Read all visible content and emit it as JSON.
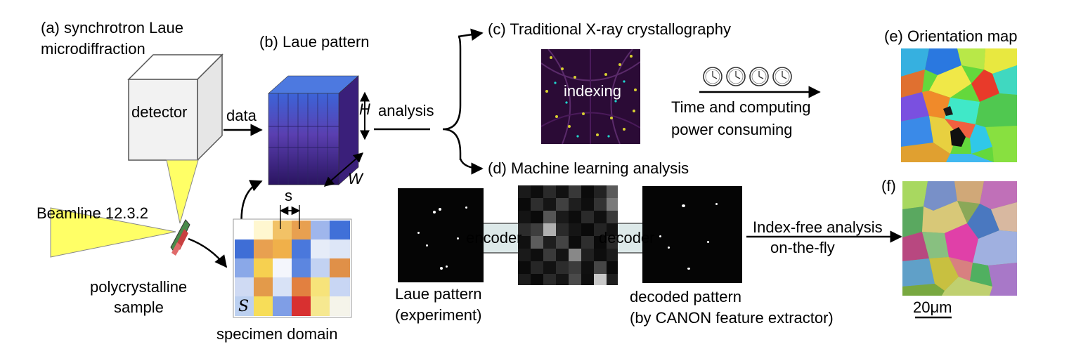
{
  "panel_a": {
    "title_line1": "(a) synchrotron Laue",
    "title_line2": "microdiffraction",
    "detector_label": "detector",
    "beamline_label": "Beamline 12.3.2",
    "sample_line1": "polycrystalline",
    "sample_line2": "sample",
    "data_label": "data"
  },
  "panel_b": {
    "title": "(b) Laue pattern",
    "h_label": "H",
    "w_label": "W",
    "s_label": "s",
    "s_domain_label": "S",
    "domain_caption": "specimen domain"
  },
  "analysis_label": "analysis",
  "panel_c": {
    "title": "(c) Traditional X-ray crystallography",
    "indexing_label": "indexing",
    "time_line1": "Time and computing",
    "time_line2": "power consuming",
    "clock_icon_count": 4
  },
  "panel_d": {
    "title": "(d)  Machine learning analysis",
    "encoder_label": "encoder",
    "decoder_label": "decoder",
    "exp_line1": "Laue pattern",
    "exp_line2": "(experiment)",
    "dec_line1": "decoded pattern",
    "dec_line2": "(by CANON feature extractor)",
    "index_free_line1": "Index-free analysis",
    "index_free_line2": "on-the-fly"
  },
  "panel_e": {
    "title": "(e) Orientation map"
  },
  "panel_f": {
    "title": "(f)",
    "scale_label": "20μm"
  },
  "colors": {
    "beam": "#ffff66",
    "stack": "#4b2a9a",
    "detector_fill": "#f2f2f2",
    "encoder_fill": "#d9e8e8"
  }
}
